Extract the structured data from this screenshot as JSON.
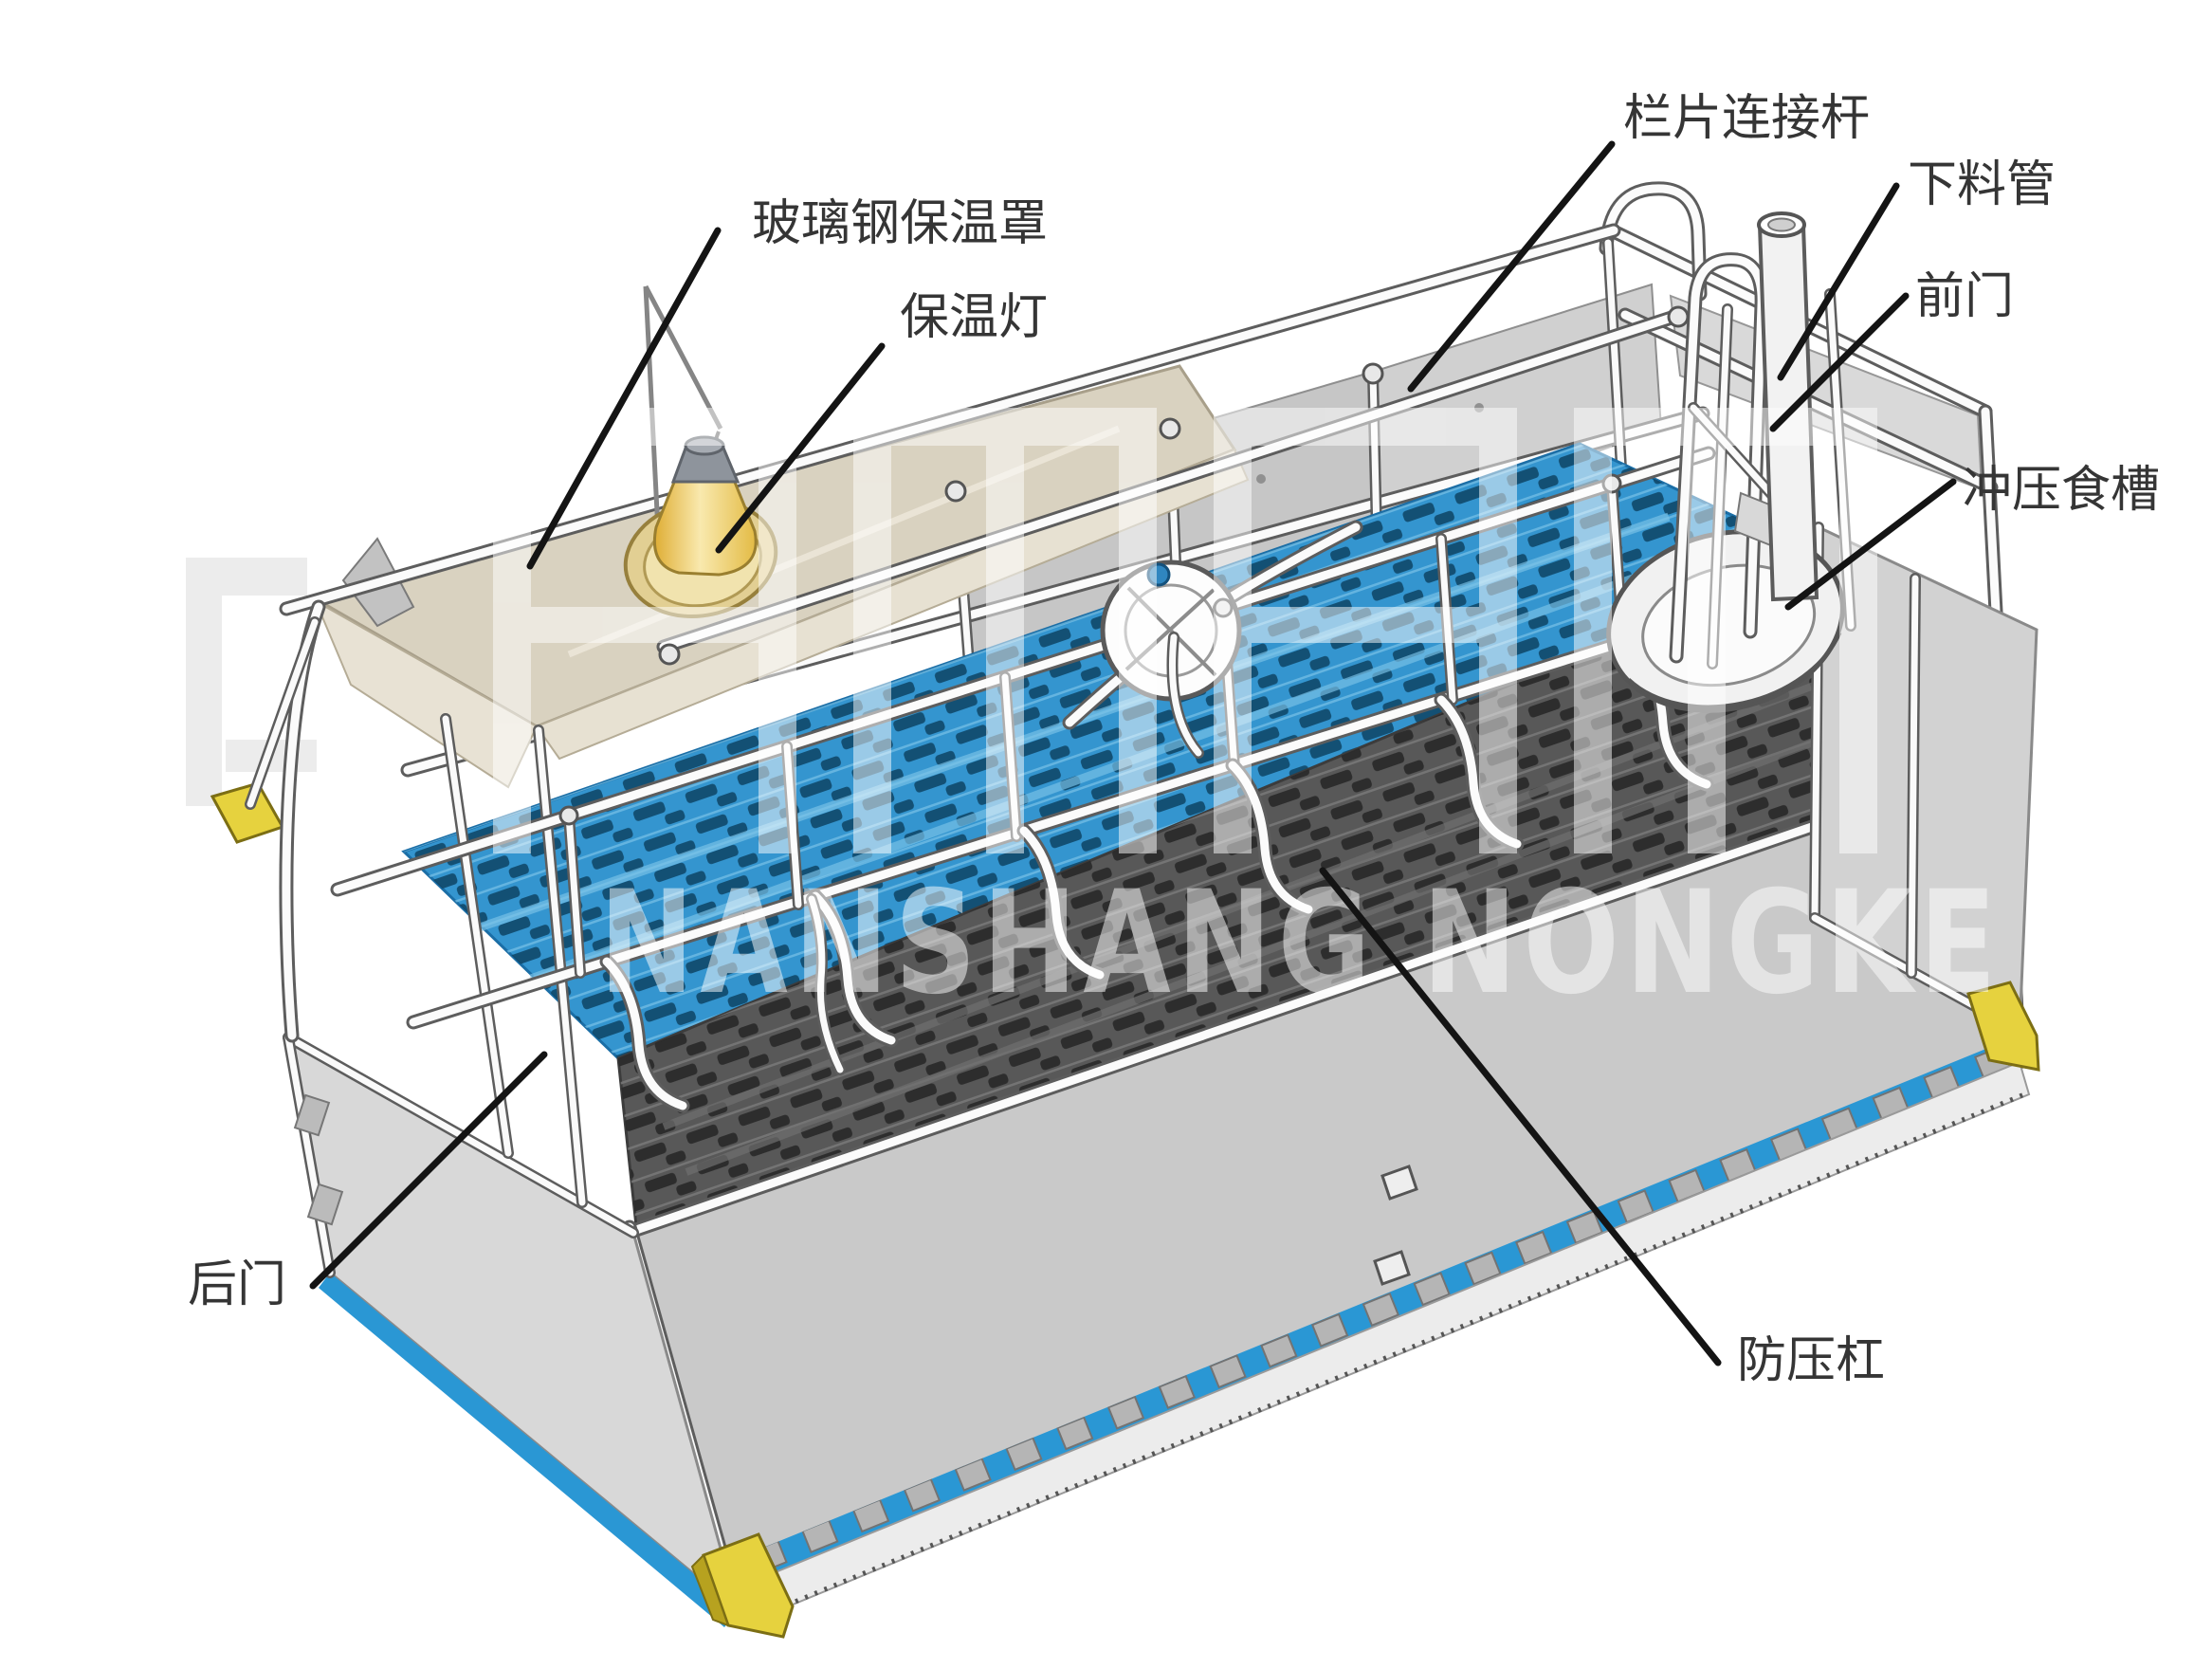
{
  "diagram": {
    "title": "farrowing-crate-parts-diagram",
    "labels": [
      {
        "id": "fiberglass-heat-cover",
        "text": "玻璃钢保温罩"
      },
      {
        "id": "heat-lamp",
        "text": "保温灯"
      },
      {
        "id": "panel-connecting-rod",
        "text": "栏片连接杆"
      },
      {
        "id": "feed-drop-pipe",
        "text": "下料管"
      },
      {
        "id": "front-door",
        "text": "前门"
      },
      {
        "id": "stamped-feed-trough",
        "text": "冲压食槽"
      },
      {
        "id": "anti-crush-bar",
        "text": "防压杠"
      },
      {
        "id": "rear-door",
        "text": "后门"
      }
    ],
    "watermark": {
      "logo_text": "NANSHANG NONGKE"
    },
    "colors": {
      "slat_blue": "#3495cf",
      "slat_blue_dark": "#0f486b",
      "trim_blue": "#2a97d4",
      "creep_cover_cream": "#d9d2c0",
      "lamp_yellow": "#f0cb55",
      "foot_yellow": "#e6d23e",
      "panel_gray": "#c9c9c9",
      "cast_floor_gray": "#585858",
      "label_text": "#353535"
    }
  }
}
